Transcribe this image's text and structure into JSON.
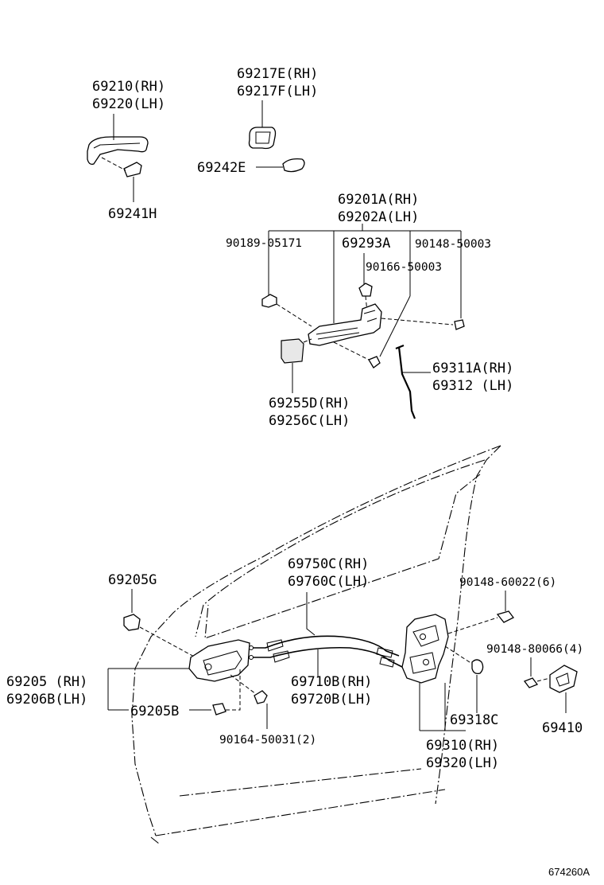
{
  "labels": {
    "p69210": "69210(RH)",
    "p69220": "69220(LH)",
    "p69217e": "69217E(RH)",
    "p69217f": "69217F(LH)",
    "p69242e": "69242E",
    "p69241h": "69241H",
    "p69201a": "69201A(RH)",
    "p69202a": "69202A(LH)",
    "p90189": "90189-05171",
    "p69293a": "69293A",
    "p90148_50003": "90148-50003",
    "p90166": "90166-50003",
    "p69311a": "69311A(RH)",
    "p69312": "69312  (LH)",
    "p69255d": "69255D(RH)",
    "p69256c": "69256C(LH)",
    "p69205g": "69205G",
    "p69750c": "69750C(RH)",
    "p69760c": "69760C(LH)",
    "p90148_60022": "90148-60022(6)",
    "p90148_80066": "90148-80066(4)",
    "p69205": "69205  (RH)",
    "p69206b": "69206B(LH)",
    "p69205b": "69205B",
    "p69710b": "69710B(RH)",
    "p69720b": "69720B(LH)",
    "p69318c": "69318C",
    "p69410": "69410",
    "p90164": "90164-50031(2)",
    "p69310": "69310(RH)",
    "p69320": "69320(LH)"
  },
  "figure_id": "674260A"
}
